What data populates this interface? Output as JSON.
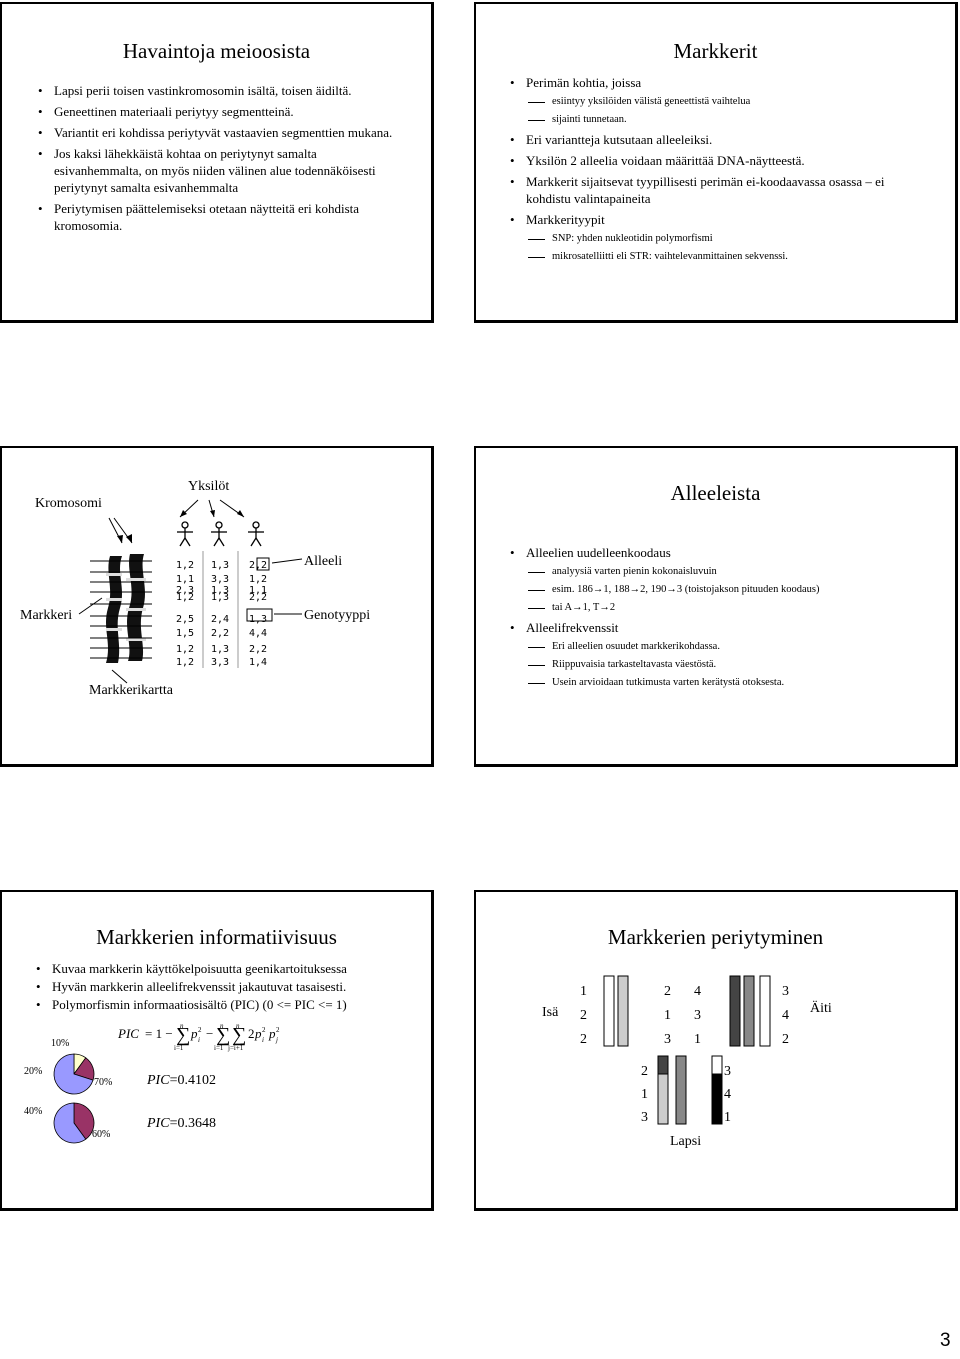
{
  "slide1": {
    "title": "Havaintoja meioosista",
    "bullets": [
      "Lapsi perii toisen vastinkromosomin isältä, toisen äidiltä.",
      "Geneettinen materiaali periytyy segmentteinä.",
      "Variantit eri kohdissa periytyvät vastaavien segmenttien mukana.",
      "Jos kaksi lähekkäistä kohtaa on periytynyt samalta esivanhemmalta, on myös niiden välinen alue todennäköisesti periytynyt samalta esivanhemmalta",
      "Periytymisen päättelemiseksi otetaan näytteitä eri kohdista kromosomia."
    ]
  },
  "slide2": {
    "title": "Markkerit",
    "items": [
      {
        "type": "b",
        "text": "Perimän kohtia, joissa"
      },
      {
        "type": "d",
        "text": "esiintyy yksilöiden välistä geneettistä vaihtelua"
      },
      {
        "type": "d",
        "text": "sijainti tunnetaan."
      },
      {
        "type": "b",
        "text": "Eri variantteja kutsutaan alleeleiksi."
      },
      {
        "type": "b",
        "text": "Yksilön 2 alleelia voidaan määrittää DNA-näytteestä."
      },
      {
        "type": "b",
        "text": "Markkerit sijaitsevat tyypillisesti perimän ei-koodaavassa osassa – ei kohdistu valintapaineita"
      },
      {
        "type": "b",
        "text": "Markkerityypit"
      },
      {
        "type": "d",
        "text": "SNP: yhden nukleotidin polymorfismi"
      },
      {
        "type": "d",
        "text": "mikrosatelliitti eli STR: vaihtelevanmittainen sekvenssi."
      }
    ]
  },
  "slide3": {
    "label_kromosomi": "Kromosomi",
    "label_yksilot": "Yksilöt",
    "label_markkeri": "Markkeri",
    "label_markkerikartta": "Markkerikartta",
    "label_alleeli": "Alleeli",
    "label_genotyyppi": "Genotyyppi",
    "columns": [
      [
        "1,2",
        "1,1",
        "2,3",
        "1,2",
        "2,5",
        "1,5",
        "1,2",
        "1,2"
      ],
      [
        "1,3",
        "3,3",
        "1,3",
        "1,3",
        "2,4",
        "2,2",
        "1,3",
        "3,3"
      ],
      [
        "2,2",
        "1,2",
        "1,1",
        "2,2",
        "1,3",
        "4,4",
        "2,2",
        "1,4"
      ]
    ]
  },
  "slide4": {
    "title": "Alleeleista",
    "items": [
      {
        "type": "b",
        "text": "Alleelien uudelleenkoodaus"
      },
      {
        "type": "d",
        "text": "analyysiä varten pienin kokonaisluvuin"
      },
      {
        "type": "d",
        "text": "esim. 186→1, 188→2, 190→3 (toistojakson pituuden koodaus)"
      },
      {
        "type": "d",
        "text": "tai A→1, T→2"
      },
      {
        "type": "b",
        "text": "Alleelifrekvenssit"
      },
      {
        "type": "d",
        "text": "Eri alleelien osuudet markkerikohdassa."
      },
      {
        "type": "d",
        "text": "Riippuvaisia tarkasteltavasta väestöstä."
      },
      {
        "type": "d",
        "text": "Usein arvioidaan tutkimusta varten kerätystä otoksesta."
      }
    ]
  },
  "slide5": {
    "title": "Markkerien informatiivisuus",
    "bullets": [
      "Kuvaa markkerin käyttökelpoisuutta geenikartoituksessa",
      "Hyvän markkerin alleelifrekvenssit jakautuvat tasaisesti.",
      "Polymorfismin informaatiosisältö (PIC) (0 <= PIC <= 1)"
    ],
    "pie1": {
      "labels": [
        "10%",
        "20%",
        "70%"
      ],
      "values": [
        10,
        20,
        70
      ],
      "colors": [
        "#ffffcc",
        "#993366",
        "#9999ff"
      ]
    },
    "pie2": {
      "labels": [
        "40%",
        "60%"
      ],
      "values": [
        40,
        60
      ],
      "colors": [
        "#993366",
        "#9999ff"
      ]
    },
    "pic_value1": "=0.4102",
    "pic_value2": "=0.3648",
    "pic_word": "PIC"
  },
  "slide6": {
    "title": "Markkerien periytyminen",
    "label_isa": "Isä",
    "label_aiti": "Äiti",
    "label_lapsi": "Lapsi",
    "isa_hap1": [
      "1",
      "2",
      "2"
    ],
    "isa_hap2": [
      "2",
      "1",
      "3"
    ],
    "aiti_hap1": [
      "4",
      "3",
      "1"
    ],
    "aiti_hap2": [
      "3",
      "4",
      "2"
    ],
    "lapsi_hap1": [
      "2",
      "1",
      "3"
    ],
    "lapsi_hap2": [
      "3",
      "4",
      "1"
    ]
  },
  "page_number": "3"
}
